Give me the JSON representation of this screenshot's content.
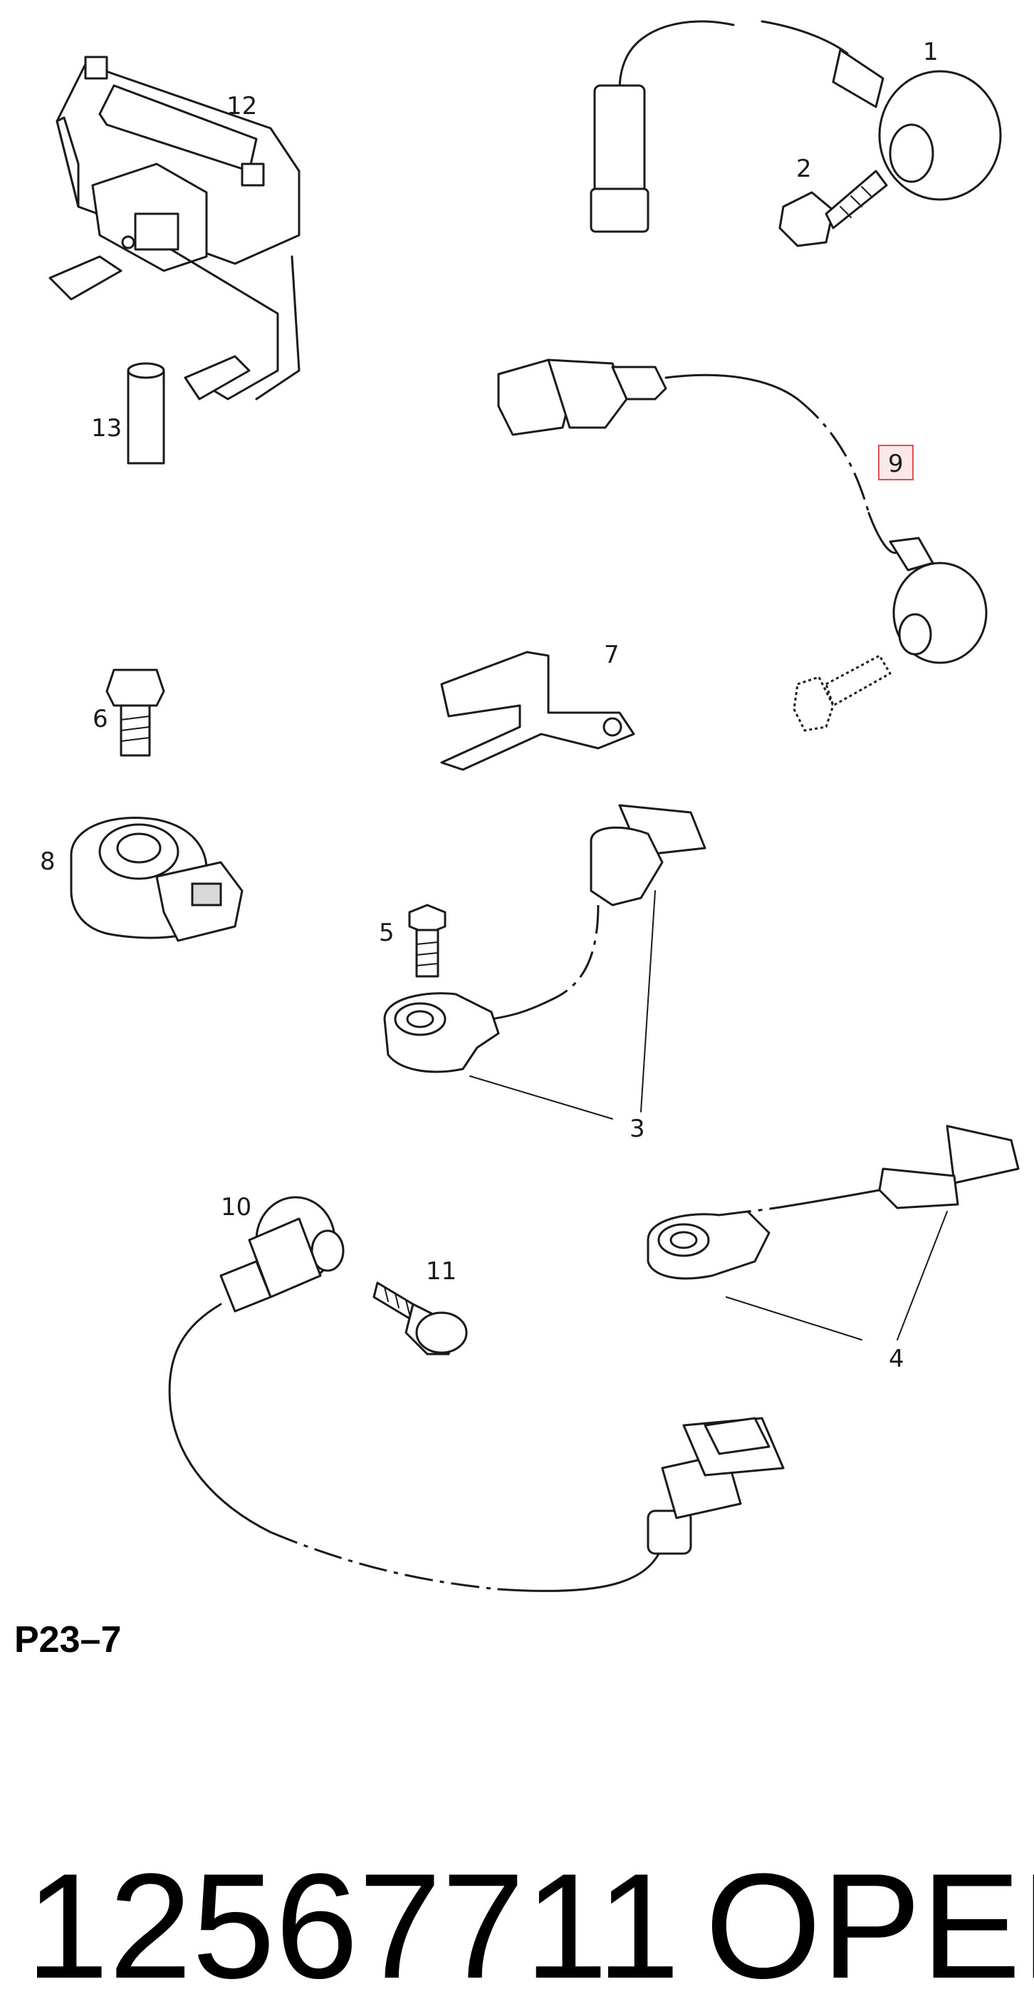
{
  "callouts": {
    "c1": "1",
    "c2": "2",
    "c3": "3",
    "c4": "4",
    "c5": "5",
    "c6": "6",
    "c7": "7",
    "c8": "8",
    "c9": "9",
    "c10": "10",
    "c11": "11",
    "c12": "12",
    "c13": "13"
  },
  "figure_ref": "P23–7",
  "part_number": "12567711",
  "brand": "OPEL",
  "highlight_color": "#d9535b"
}
